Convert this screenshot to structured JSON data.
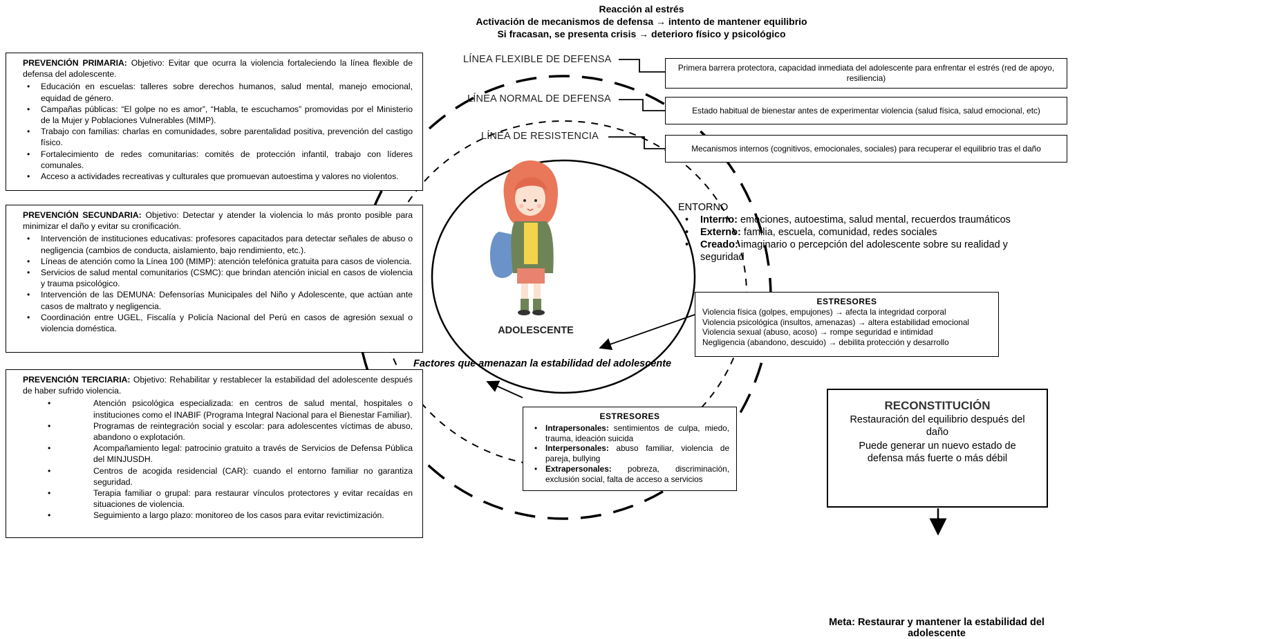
{
  "header": {
    "line1": "Reacción al estrés",
    "line2": "Activación de mecanismos de defensa → intento de mantener equilibrio",
    "line3": "Si fracasan, se presenta crisis → deterioro físico y psicológico"
  },
  "primaria": {
    "label": "PREVENCIÓN PRIMARIA:",
    "intro": " Objetivo: Evitar que ocurra la violencia fortaleciendo la línea flexible de defensa del adolescente.",
    "items": [
      "Educación en escuelas: talleres sobre derechos humanos, salud mental, manejo emocional, equidad de género.",
      "Campañas públicas: “El golpe no es amor”, “Habla, te escuchamos” promovidas por el Ministerio de la Mujer y Poblaciones Vulnerables (MIMP).",
      "Trabajo con familias: charlas en comunidades, sobre parentalidad positiva, prevención del castigo físico.",
      "Fortalecimiento de redes comunitarias: comités de protección infantil, trabajo con líderes comunales.",
      "Acceso a actividades recreativas y culturales que promuevan autoestima y valores no violentos."
    ]
  },
  "secundaria": {
    "label": "PREVENCIÓN SECUNDARIA:",
    "intro": " Objetivo: Detectar y atender la violencia lo más pronto posible para minimizar el daño y evitar su cronificación.",
    "items": [
      "Intervención de instituciones educativas: profesores capacitados para detectar señales de abuso o negligencia (cambios de conducta, aislamiento, bajo rendimiento, etc.).",
      "Líneas de atención como la Línea 100 (MIMP): atención telefónica gratuita para casos de violencia.",
      "Servicios de salud mental comunitarios (CSMC): que brindan atención inicial en casos de violencia y trauma psicológico.",
      "Intervención de las DEMUNA: Defensorías Municipales del Niño y Adolescente, que actúan ante casos de maltrato y negligencia.",
      "Coordinación entre UGEL, Fiscalía y Policía Nacional del Perú en casos de agresión sexual o violencia doméstica."
    ]
  },
  "terciaria": {
    "label": "PREVENCIÓN TERCIARIA:",
    "intro": " Objetivo: Rehabilitar y restablecer la estabilidad del adolescente después de haber sufrido violencia.",
    "items": [
      "Atención psicológica especializada: en centros de salud mental, hospitales o instituciones como el INABIF (Programa Integral Nacional para el Bienestar Familiar).",
      "Programas de reintegración social y escolar: para adolescentes víctimas de abuso, abandono o explotación.",
      "Acompañamiento legal: patrocinio gratuito a través de Servicios de Defensa Pública del MINJUSDH.",
      "Centros de acogida residencial (CAR): cuando el entorno familiar no garantiza seguridad.",
      "Terapia familiar o grupal: para restaurar vínculos protectores y evitar recaídas en situaciones de violencia.",
      "Seguimiento a largo plazo: monitoreo de los casos para evitar revictimización."
    ]
  },
  "lines": {
    "flexible": "LÍNEA FLEXIBLE DE DEFENSA",
    "normal": "LÍNEA NORMAL DE DEFENSA",
    "resistencia": "LÍNEA DE RESISTENCIA"
  },
  "line_boxes": {
    "flexible": "Primera barrera protectora, capacidad inmediata del adolescente para enfrentar el estrés (red de apoyo, resiliencia)",
    "normal": "Estado habitual de bienestar antes de experimentar violencia (salud física, salud emocional, etc)",
    "resistencia": "Mecanismos internos (cognitivos, emocionales, sociales) para recuperar el equilibrio tras el daño"
  },
  "center": {
    "label": "ADOLESCENTE"
  },
  "entorno": {
    "title": "ENTORNO",
    "items": [
      {
        "label": "Interno:",
        "text": " emociones, autoestima, salud mental, recuerdos traumáticos"
      },
      {
        "label": "Externo:",
        "text": " familia, escuela, comunidad, redes sociales"
      },
      {
        "label": "Creado:",
        "text": " imaginario o percepción del adolescente sobre su realidad y seguridad"
      }
    ]
  },
  "estresores1": {
    "title": "ESTRESORES",
    "items": [
      "Violencia física (golpes, empujones) → afecta la integridad corporal",
      "Violencia psicológica (insultos, amenazas) → altera estabilidad emocional",
      "Violencia sexual (abuso, acoso) → rompe seguridad e intimidad",
      "Negligencia (abandono, descuido) → debilita protección y desarrollo"
    ]
  },
  "factors": "Factores que amenazan la estabilidad del adolescente",
  "estresores2": {
    "title": "ESTRESORES",
    "items": [
      {
        "label": "Intrapersonales:",
        "text": " sentimientos de culpa, miedo, trauma, ideación suicida"
      },
      {
        "label": "Interpersonales:",
        "text": " abuso familiar, violencia de pareja, bullying"
      },
      {
        "label": "Extrapersonales:",
        "text": " pobreza, discriminación, exclusión social, falta de acceso a servicios"
      }
    ]
  },
  "reconstitucion": {
    "title": "RECONSTITUCIÓN",
    "line1": "Restauración del equilibrio después del daño",
    "line2": "Puede generar un nuevo estado de defensa más fuerte o más débil"
  },
  "meta": "Meta: Restaurar y mantener la estabilidad del adolescente"
}
